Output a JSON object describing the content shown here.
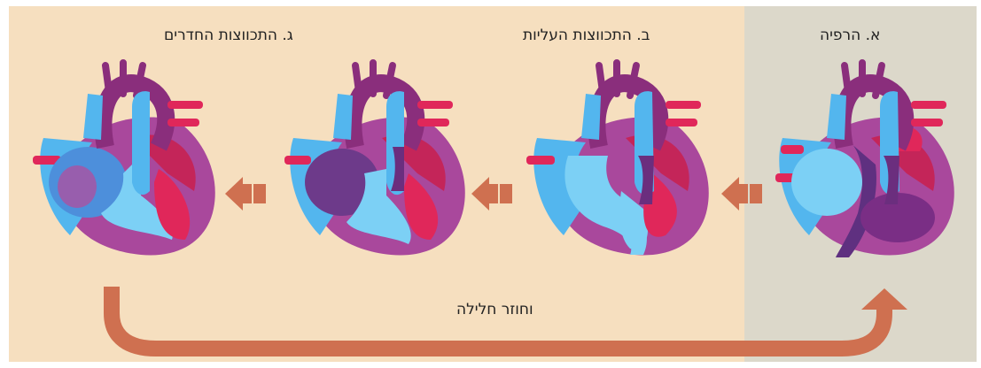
{
  "stages": [
    {
      "id": "a",
      "label": "א. הרפיה"
    },
    {
      "id": "b",
      "label": "ב. התכווצות העליות"
    },
    {
      "id": "g",
      "label": "ג. התכווצות החדרים"
    }
  ],
  "cycle_label": "וחוזר חלילה",
  "colors": {
    "background_main": "#f6dfbf",
    "background_relaxation": "#dcd8ca",
    "arrow": "#cf7050",
    "heart_muscle": "#a9489c",
    "oxygenated_blood": "#e0275a",
    "deoxygenated_blood": "#53b6ee"
  }
}
